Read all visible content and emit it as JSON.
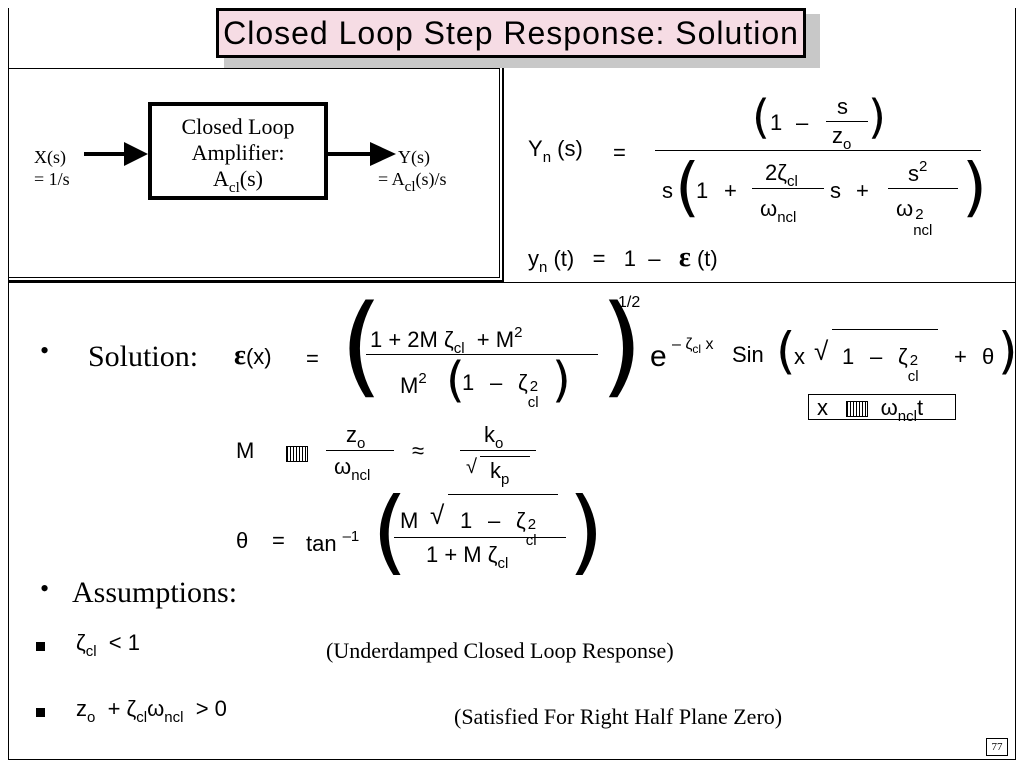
{
  "title": "Closed Loop Step Response: Solution",
  "diagram": {
    "block_line1": "Closed Loop",
    "block_line2": "Amplifier:",
    "block_A": "A",
    "block_sub": "cl",
    "block_s": "(s)",
    "input_line1": "X(s)",
    "input_line2": "= 1/s",
    "output_line1": "Y(s)",
    "output_prefix": "= A",
    "output_sub": "cl",
    "output_suffix": "(s)/s"
  },
  "yn_eq": {
    "lhs": "Y",
    "lhs_sub": "n",
    "lhs_arg": "(s)",
    "eq": "=",
    "num_one": "1",
    "num_minus": "–",
    "num_s": "s",
    "num_z": "z",
    "num_z_sub": "o",
    "den_s": "s",
    "den_one": "1",
    "den_plus1": "+",
    "den_2zeta": "2ζ",
    "den_2zeta_sub": "cl",
    "den_omega": "ω",
    "den_omega_sub": "ncl",
    "den_s2": "s",
    "den_plus2": "+",
    "den_s_sq": "s",
    "den_s_sq_sup": "2",
    "den_omega2": "ω",
    "den_omega2_sup": "2",
    "den_omega2_sub": "ncl"
  },
  "yt_eq": {
    "lhs": "y",
    "lhs_sub": "n",
    "lhs_arg": "(t)",
    "eq": "=",
    "one": "1",
    "minus": "–",
    "eps": "ε",
    "arg": "(t)"
  },
  "solution": {
    "bullet": "•",
    "label": "Solution:",
    "eps": "ε",
    "arg": "(x)",
    "eq": "=",
    "num": "1  +  2M ζ",
    "num_sub": "cl",
    "num_plus": "+  M",
    "num_sup": "2",
    "den_M": "M",
    "den_M_sup": "2",
    "den_one": "1",
    "den_minus": "–",
    "den_zeta": "ζ",
    "den_zeta_sup": "2",
    "den_zeta_sub": "cl",
    "power": "1/2",
    "e": "e",
    "exp": "– ζ",
    "exp_sub": "cl",
    "exp_x": "x",
    "sin": "Sin",
    "sin_x": "x",
    "sqrt": "√",
    "sin_one": "1",
    "sin_minus": "–",
    "sin_zeta": "ζ",
    "sin_zeta_sup": "2",
    "sin_zeta_sub": "cl",
    "sin_plus": "+",
    "theta": "θ",
    "xdef_x": "x",
    "xdef_omega": "ω",
    "xdef_sub": "ncl",
    "xdef_t": "t"
  },
  "M_def": {
    "M": "M",
    "num_z": "z",
    "num_z_sub": "o",
    "den_omega": "ω",
    "den_omega_sub": "ncl",
    "approx": "≈",
    "num_k": "k",
    "num_k_sub": "o",
    "den_sqrt": "√",
    "den_k": "k",
    "den_k_sub": "p"
  },
  "theta_def": {
    "theta": "θ",
    "eq": "=",
    "tan": "tan",
    "tan_sup": "–1",
    "num_M": "M",
    "num_sqrt": "√",
    "num_one": "1",
    "num_minus": "–",
    "num_zeta": "ζ",
    "num_zeta_sup": "2",
    "num_zeta_sub": "cl",
    "den": "1 +  M ζ",
    "den_sub": "cl"
  },
  "assumptions": {
    "bullet": "•",
    "label": "Assumptions:",
    "items": [
      {
        "lhs": "ζ",
        "lhs_sub": "cl",
        "rel": "<  1",
        "note": "(Underdamped Closed Loop Response)"
      },
      {
        "lhs": "z",
        "lhs_sub": "o",
        "mid": "+  ζ",
        "mid_sub": "cl",
        "omega": "ω",
        "omega_sub": "ncl",
        "rel": ">  0",
        "note": "(Satisfied For Right Half Plane Zero)"
      }
    ]
  },
  "page_number": "77"
}
